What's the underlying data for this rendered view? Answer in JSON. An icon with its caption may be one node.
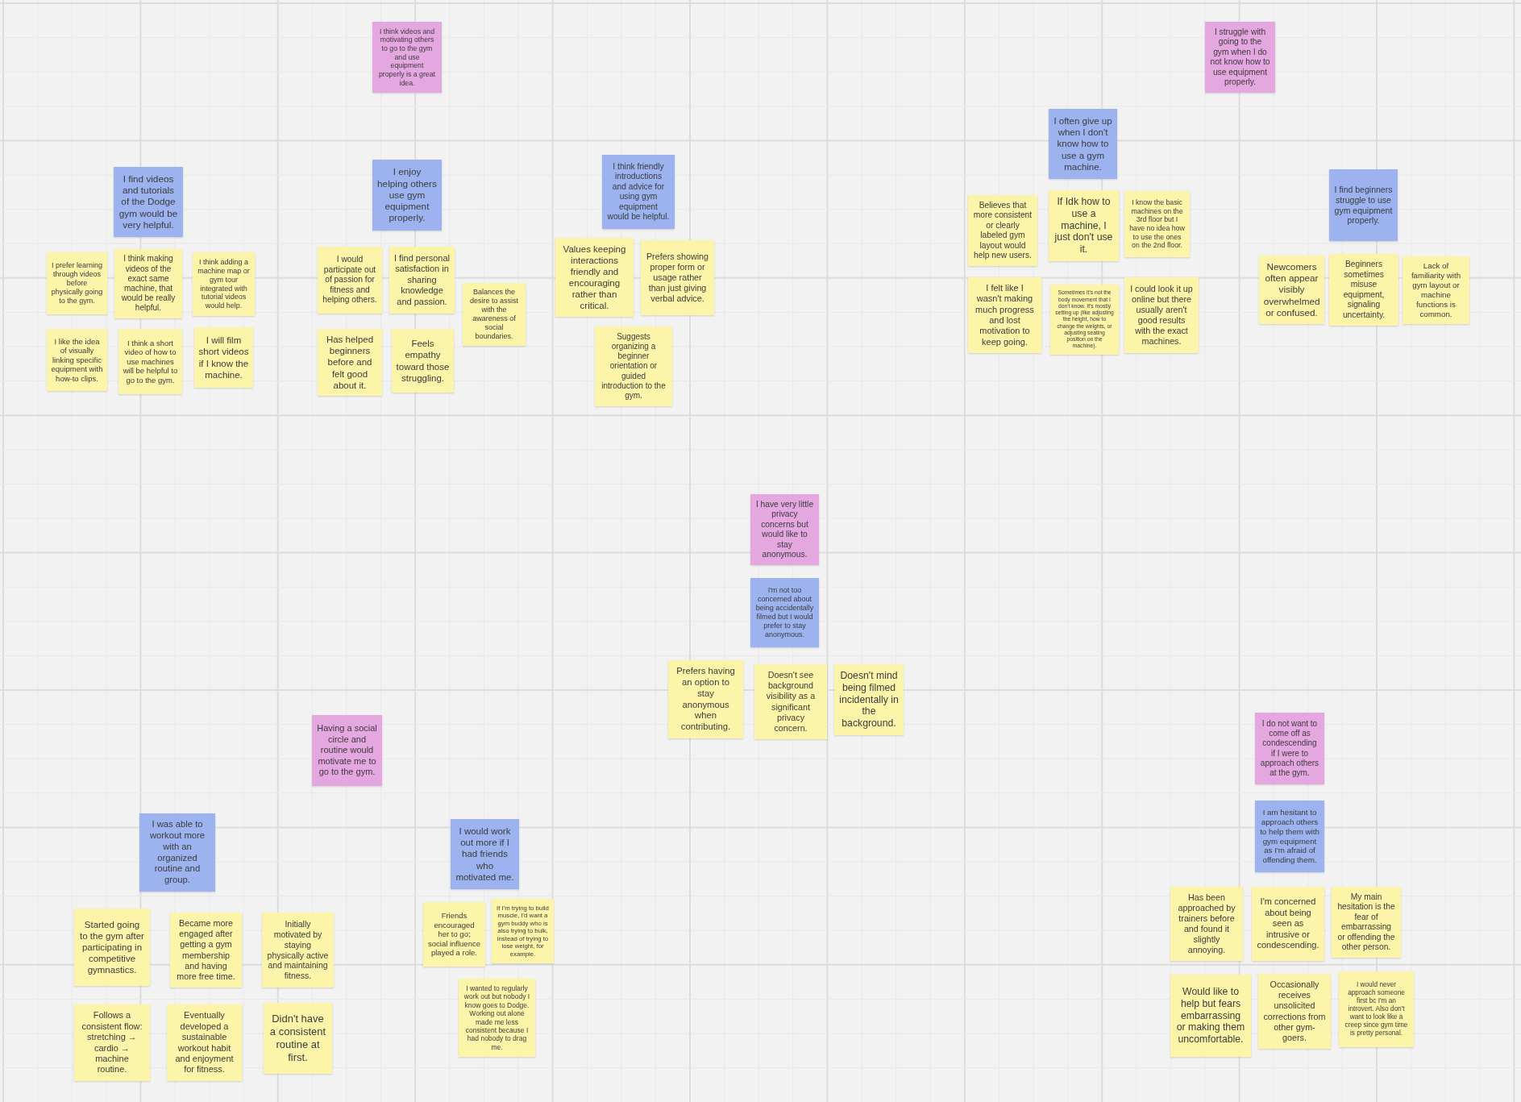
{
  "diagram": {
    "nodes": [
      {
        "text": [
          "I think videos and motivating others to go to the gym and use equipment properly is a great idea."
        ]
      },
      {
        "text": [
          "I find videos and tutorials of the Dodge gym would be very helpful."
        ]
      },
      {
        "text": [
          "I prefer learning through videos before physically going to the gym."
        ]
      },
      {
        "text": [
          "I think making videos of the exact same machine, that would be really helpful."
        ]
      },
      {
        "text": [
          "I think adding a machine map or gym tour integrated with tutorial videos would help."
        ]
      },
      {
        "text": [
          "I like the idea of visually linking specific equipment with how-to clips."
        ]
      },
      {
        "text": [
          "I think a short video of how to use machines will be helpful to go to the gym."
        ]
      },
      {
        "text": [
          "I will film short videos if I know the machine."
        ]
      },
      {
        "text": [
          "I enjoy helping others use gym equipment properly."
        ]
      },
      {
        "text": [
          "I would participate out of passion for fitness and helping others."
        ]
      },
      {
        "text": [
          "I find personal satisfaction in sharing knowledge and passion."
        ]
      },
      {
        "text": [
          "Balances the desire to assist with the awareness of social boundaries."
        ]
      },
      {
        "text": [
          "Has helped beginners before and felt good about it."
        ]
      },
      {
        "text": [
          "Feels empathy toward those struggling."
        ]
      },
      {
        "text": [
          "I think friendly introductions and advice for using gym equipment would be helpful."
        ]
      },
      {
        "text": [
          "Values keeping interactions friendly and encouraging rather than critical."
        ]
      },
      {
        "text": [
          "Prefers showing proper form or usage rather than just giving verbal advice."
        ]
      },
      {
        "text": [
          "Suggests organizing a beginner orientation or guided introduction to the gym."
        ]
      },
      {
        "text": [
          "I struggle with going to the gym when I do not know how to use equipment properly."
        ]
      },
      {
        "text": [
          "I often give up when I don't know how to use a gym machine."
        ]
      },
      {
        "text": [
          "Believes that more consistent or clearly labeled gym layout would help new users."
        ]
      },
      {
        "text": [
          "If Idk how to use a machine, I just don't use it."
        ]
      },
      {
        "text": [
          "I know the basic machines on the 3rd floor but I have no idea how to use the ones on the 2nd floor."
        ]
      },
      {
        "text": [
          "I felt like I wasn't making much progress and lost motivation to keep going."
        ]
      },
      {
        "text": [
          "Sometimes it's not the body movement that I don't know. It's mostly setting up (like adjusting the height, how to change the weights, or adjusting seating position on the machine)."
        ]
      },
      {
        "text": [
          "I could look it up online but there usually aren't good results with the exact machines."
        ]
      },
      {
        "text": [
          "I find beginners struggle to use gym equipment properly."
        ]
      },
      {
        "text": [
          "Newcomers often appear visibly overwhelmed or confused."
        ]
      },
      {
        "text": [
          "Beginners sometimes misuse equipment, signaling uncertainty."
        ]
      },
      {
        "text": [
          "Lack of familiarity with gym layout or machine functions is common."
        ]
      },
      {
        "text": [
          "I have very little privacy concerns but would like to stay anonymous."
        ]
      },
      {
        "text": [
          "I'm not too concerned about being accidentally filmed but I would prefer to stay anonymous."
        ]
      },
      {
        "text": [
          "Prefers having an option to stay anonymous when contributing."
        ]
      },
      {
        "text": [
          "Doesn't see background visibility as a significant privacy concern."
        ]
      },
      {
        "text": [
          "Doesn't mind being filmed incidentally in the background."
        ]
      },
      {
        "text": [
          "Having a social circle and routine would motivate me to go to the gym."
        ]
      },
      {
        "text": [
          "I was able to workout more with an organized routine and group."
        ]
      },
      {
        "text": [
          "Started going to the gym after participating in competitive gymnastics."
        ]
      },
      {
        "text": [
          "Became more engaged after getting a gym membership and having more free time."
        ]
      },
      {
        "text": [
          "Initially motivated by staying physically active and maintaining fitness."
        ]
      },
      {
        "text": [
          "Follows a consistent flow: stretching → cardio → machine routine."
        ]
      },
      {
        "text": [
          "Eventually developed a sustainable workout habit and enjoyment for fitness."
        ]
      },
      {
        "text": [
          "Didn't have a consistent routine at first."
        ]
      },
      {
        "text": [
          "I would work out more if I had friends who motivated me."
        ]
      },
      {
        "text": [
          "Friends encouraged her to go; social influence played a role."
        ]
      },
      {
        "text": [
          "If I'm trying to build muscle, I'd want a gym buddy who is also trying to bulk, instead of trying to lose weight, for example."
        ]
      },
      {
        "text": [
          "I wanted to regularly work out but nobody I know goes to Dodge. Working out alone made me less consistent because I had nobody to drag me."
        ]
      },
      {
        "text": [
          "I do not want to come off as condescending if I were to approach others at the gym."
        ]
      },
      {
        "text": [
          "I am hesitant to approach others to help them with gym equipment as I'm afraid of offending them."
        ]
      },
      {
        "text": [
          "Has been approached by trainers before and found it slightly annoying."
        ]
      },
      {
        "text": [
          "I'm concerned about being seen as intrusive or condescending."
        ]
      },
      {
        "text": [
          "My main hesitation is the fear of embarrassing or offending the other person."
        ]
      },
      {
        "text": [
          "Would like to help but fears embarrassing or making them uncomfortable."
        ]
      },
      {
        "text": [
          "Occasionally receives unsolicited corrections from other gym-goers."
        ]
      },
      {
        "text": [
          "I would never approach someone first bc I'm an introvert. Also don't want to look like a creep since gym time is pretty personal."
        ]
      }
    ]
  }
}
